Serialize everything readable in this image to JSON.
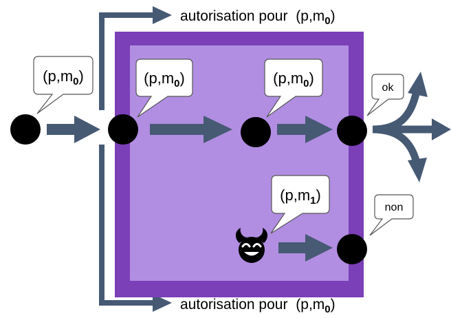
{
  "colors": {
    "frame_outer": "#7b3fb8",
    "frame_inner": "#b18ee2",
    "arrow": "#475a74",
    "node": "#000000",
    "bubble_fill": "#ffffff",
    "bubble_stroke": "#555555"
  },
  "authorizations": {
    "top": {
      "prefix": "autorisation pour",
      "open": "(p,m",
      "sub": "0",
      "close": ")"
    },
    "bottom": {
      "prefix": "autorisation pour",
      "open": "(p,m",
      "sub": "0",
      "close": ")"
    }
  },
  "bubbles": {
    "source": {
      "open": "(p,m",
      "sub": "0",
      "close": ")"
    },
    "entry": {
      "open": "(p,m",
      "sub": "0",
      "close": ")"
    },
    "middle": {
      "open": "(p,m",
      "sub": "0",
      "close": ")"
    },
    "attacker": {
      "open": "(p,m",
      "sub": "1",
      "close": ")"
    },
    "ok": {
      "text": "ok"
    },
    "non": {
      "text": "non"
    }
  },
  "icons": {
    "attacker": "devil-face-icon"
  }
}
